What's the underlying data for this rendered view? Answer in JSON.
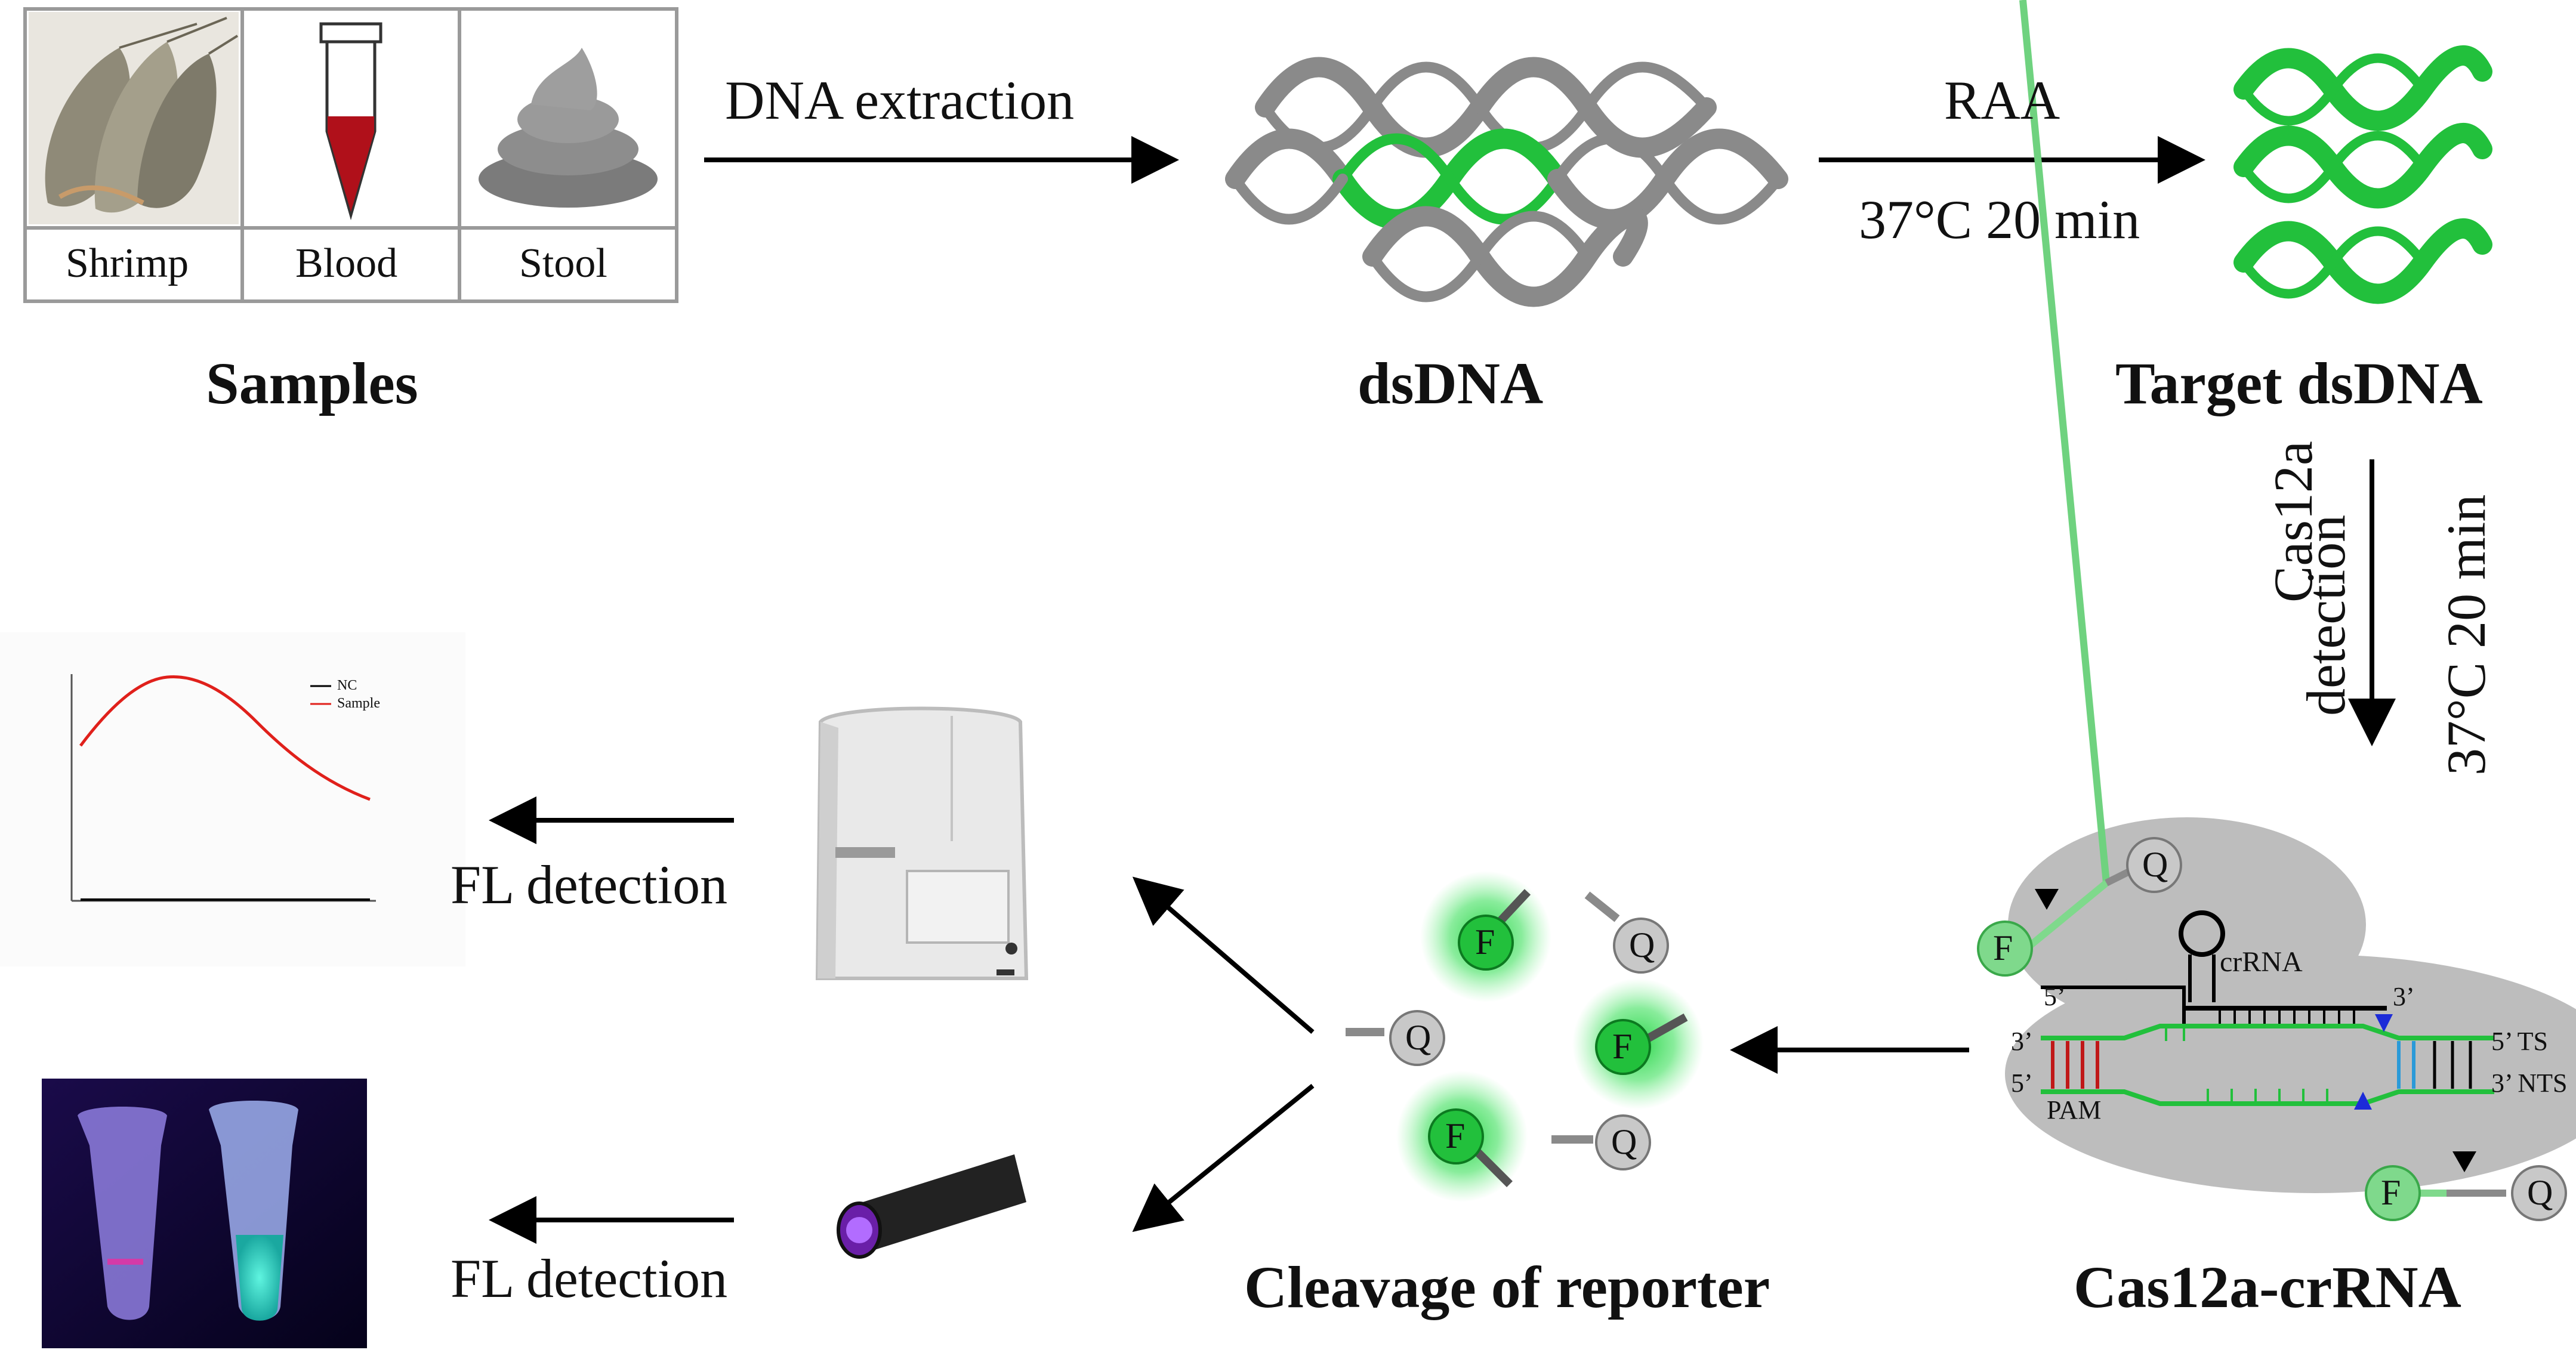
{
  "samples": {
    "items": [
      {
        "label": "Shrimp"
      },
      {
        "label": "Blood"
      },
      {
        "label": "Stool"
      }
    ],
    "caption": "Samples"
  },
  "steps": {
    "dna_extraction": "DNA extraction",
    "raa": "RAA",
    "raa_conditions": "37°C 20 min",
    "cas12a_detection_line1": "Cas12a",
    "cas12a_detection_line2": "detection",
    "cas12a_conditions": "37°C 20 min",
    "fl_detection_top": "FL detection",
    "fl_detection_bottom": "FL detection"
  },
  "captions": {
    "dsdna": "dsDNA",
    "target_dsdna": "Target dsDNA",
    "cleavage": "Cleavage of reporter",
    "cas12a_crrna": "Cas12a-crRNA"
  },
  "complex": {
    "crrna": "crRNA",
    "five_prime": "5’",
    "three_prime": "3’",
    "ts": "5’ TS",
    "nts": "3’ NTS",
    "pam": "PAM"
  },
  "reporter": {
    "fluorophore": "F",
    "quencher": "Q"
  },
  "spectrum": {
    "legend": [
      "NC",
      "Sample"
    ],
    "colors": {
      "nc": "#000000",
      "sample": "#e0201b"
    }
  },
  "colors": {
    "dna_gray": "#8a8a8a",
    "dna_green": "#22c03c",
    "blood_red": "#b0101a",
    "glow_green": "#2fd04a",
    "complex_gray": "#bdbdbd"
  }
}
